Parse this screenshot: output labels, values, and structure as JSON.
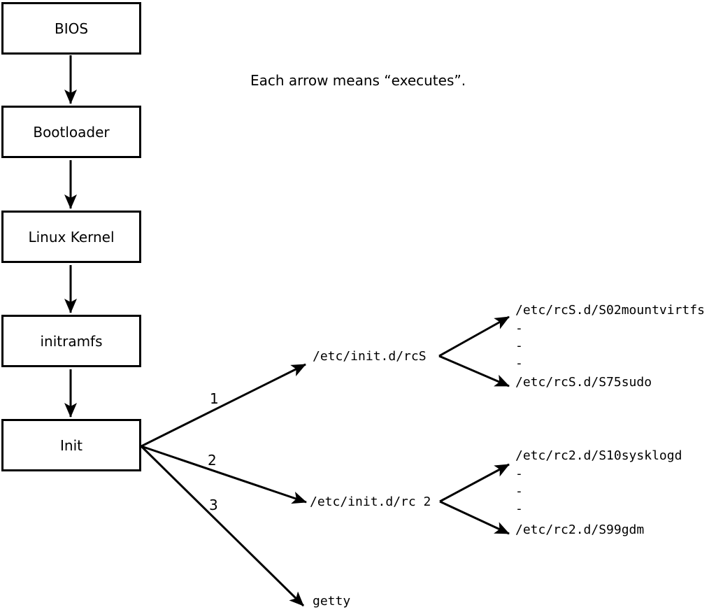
{
  "diagram": {
    "note": "Each arrow means “executes”.",
    "boxes": [
      {
        "label": "BIOS"
      },
      {
        "label": "Bootloader"
      },
      {
        "label": "Linux Kernel"
      },
      {
        "label": "initramfs"
      },
      {
        "label": "Init"
      }
    ],
    "init_children": [
      {
        "order": "1",
        "target": "/etc/init.d/rcS"
      },
      {
        "order": "2",
        "target": "/etc/init.d/rc 2"
      },
      {
        "order": "3",
        "target": "getty"
      }
    ],
    "rcS_scripts": {
      "first": "/etc/rcS.d/S02mountvirtfs",
      "dashes": [
        "-",
        "-",
        "-"
      ],
      "last": "/etc/rcS.d/S75sudo"
    },
    "rc2_scripts": {
      "first": "/etc/rc2.d/S10sysklogd",
      "dashes": [
        "-",
        "-",
        "-"
      ],
      "last": "/etc/rc2.d/S99gdm"
    },
    "colors": {
      "line": "#000000",
      "background": "#ffffff"
    }
  }
}
